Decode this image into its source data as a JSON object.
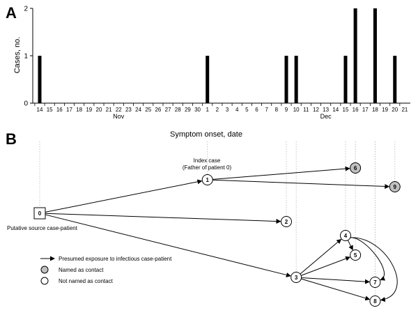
{
  "panel_a_label": "A",
  "panel_b_label": "B",
  "chart_data": {
    "type": "bar",
    "ylabel": "Cases, no.",
    "xlabel": "Symptom onset, date",
    "ylim": [
      0,
      2
    ],
    "yticks": [
      0,
      1,
      2
    ],
    "categories": [
      "14",
      "15",
      "16",
      "17",
      "18",
      "19",
      "20",
      "21",
      "22",
      "23",
      "24",
      "25",
      "26",
      "27",
      "28",
      "29",
      "30",
      "1",
      "2",
      "3",
      "4",
      "5",
      "6",
      "7",
      "8",
      "9",
      "10",
      "11",
      "12",
      "13",
      "14",
      "15",
      "16",
      "17",
      "18",
      "19",
      "20",
      "21"
    ],
    "values": [
      1,
      0,
      0,
      0,
      0,
      0,
      0,
      0,
      0,
      0,
      0,
      0,
      0,
      0,
      0,
      0,
      0,
      1,
      0,
      0,
      0,
      0,
      0,
      0,
      0,
      1,
      1,
      0,
      0,
      0,
      0,
      1,
      2,
      0,
      2,
      0,
      1,
      0
    ],
    "month_labels": [
      {
        "label": "Nov",
        "at_index": 8
      },
      {
        "label": "Dec",
        "at_index": 29
      }
    ]
  },
  "network": {
    "index_label_line1": "Index case",
    "index_label_line2": "(Father of patient 0)",
    "source_label": "Putative source case-patient",
    "nodes": [
      {
        "id": "0",
        "date_index": 0,
        "shape": "square",
        "fill": "#ffffff"
      },
      {
        "id": "1",
        "date_index": 17,
        "shape": "circle",
        "fill": "#ffffff"
      },
      {
        "id": "2",
        "date_index": 25,
        "shape": "circle",
        "fill": "#ffffff"
      },
      {
        "id": "3",
        "date_index": 26,
        "shape": "circle",
        "fill": "#ffffff"
      },
      {
        "id": "4",
        "date_index": 31,
        "shape": "circle",
        "fill": "#ffffff"
      },
      {
        "id": "5",
        "date_index": 32,
        "shape": "circle",
        "fill": "#ffffff"
      },
      {
        "id": "6",
        "date_index": 32,
        "shape": "circle",
        "fill": "#c0c0c0"
      },
      {
        "id": "7",
        "date_index": 34,
        "shape": "circle",
        "fill": "#ffffff"
      },
      {
        "id": "8",
        "date_index": 34,
        "shape": "circle",
        "fill": "#ffffff"
      },
      {
        "id": "9",
        "date_index": 36,
        "shape": "circle",
        "fill": "#c0c0c0"
      }
    ],
    "edges": [
      {
        "from": "0",
        "to": "1"
      },
      {
        "from": "0",
        "to": "2"
      },
      {
        "from": "0",
        "to": "3"
      },
      {
        "from": "1",
        "to": "6"
      },
      {
        "from": "1",
        "to": "9"
      },
      {
        "from": "3",
        "to": "4"
      },
      {
        "from": "3",
        "to": "5"
      },
      {
        "from": "3",
        "to": "7"
      },
      {
        "from": "3",
        "to": "8"
      },
      {
        "from": "4",
        "to": "5"
      },
      {
        "from": "4",
        "to": "7"
      },
      {
        "from": "4",
        "to": "8"
      }
    ],
    "legend": {
      "arrow_label": "Presumed exposure to infectious case-patient",
      "named_label": "Named as contact",
      "not_named_label": "Not named as contact",
      "named_fill": "#c0c0c0",
      "not_named_fill": "#ffffff"
    }
  }
}
